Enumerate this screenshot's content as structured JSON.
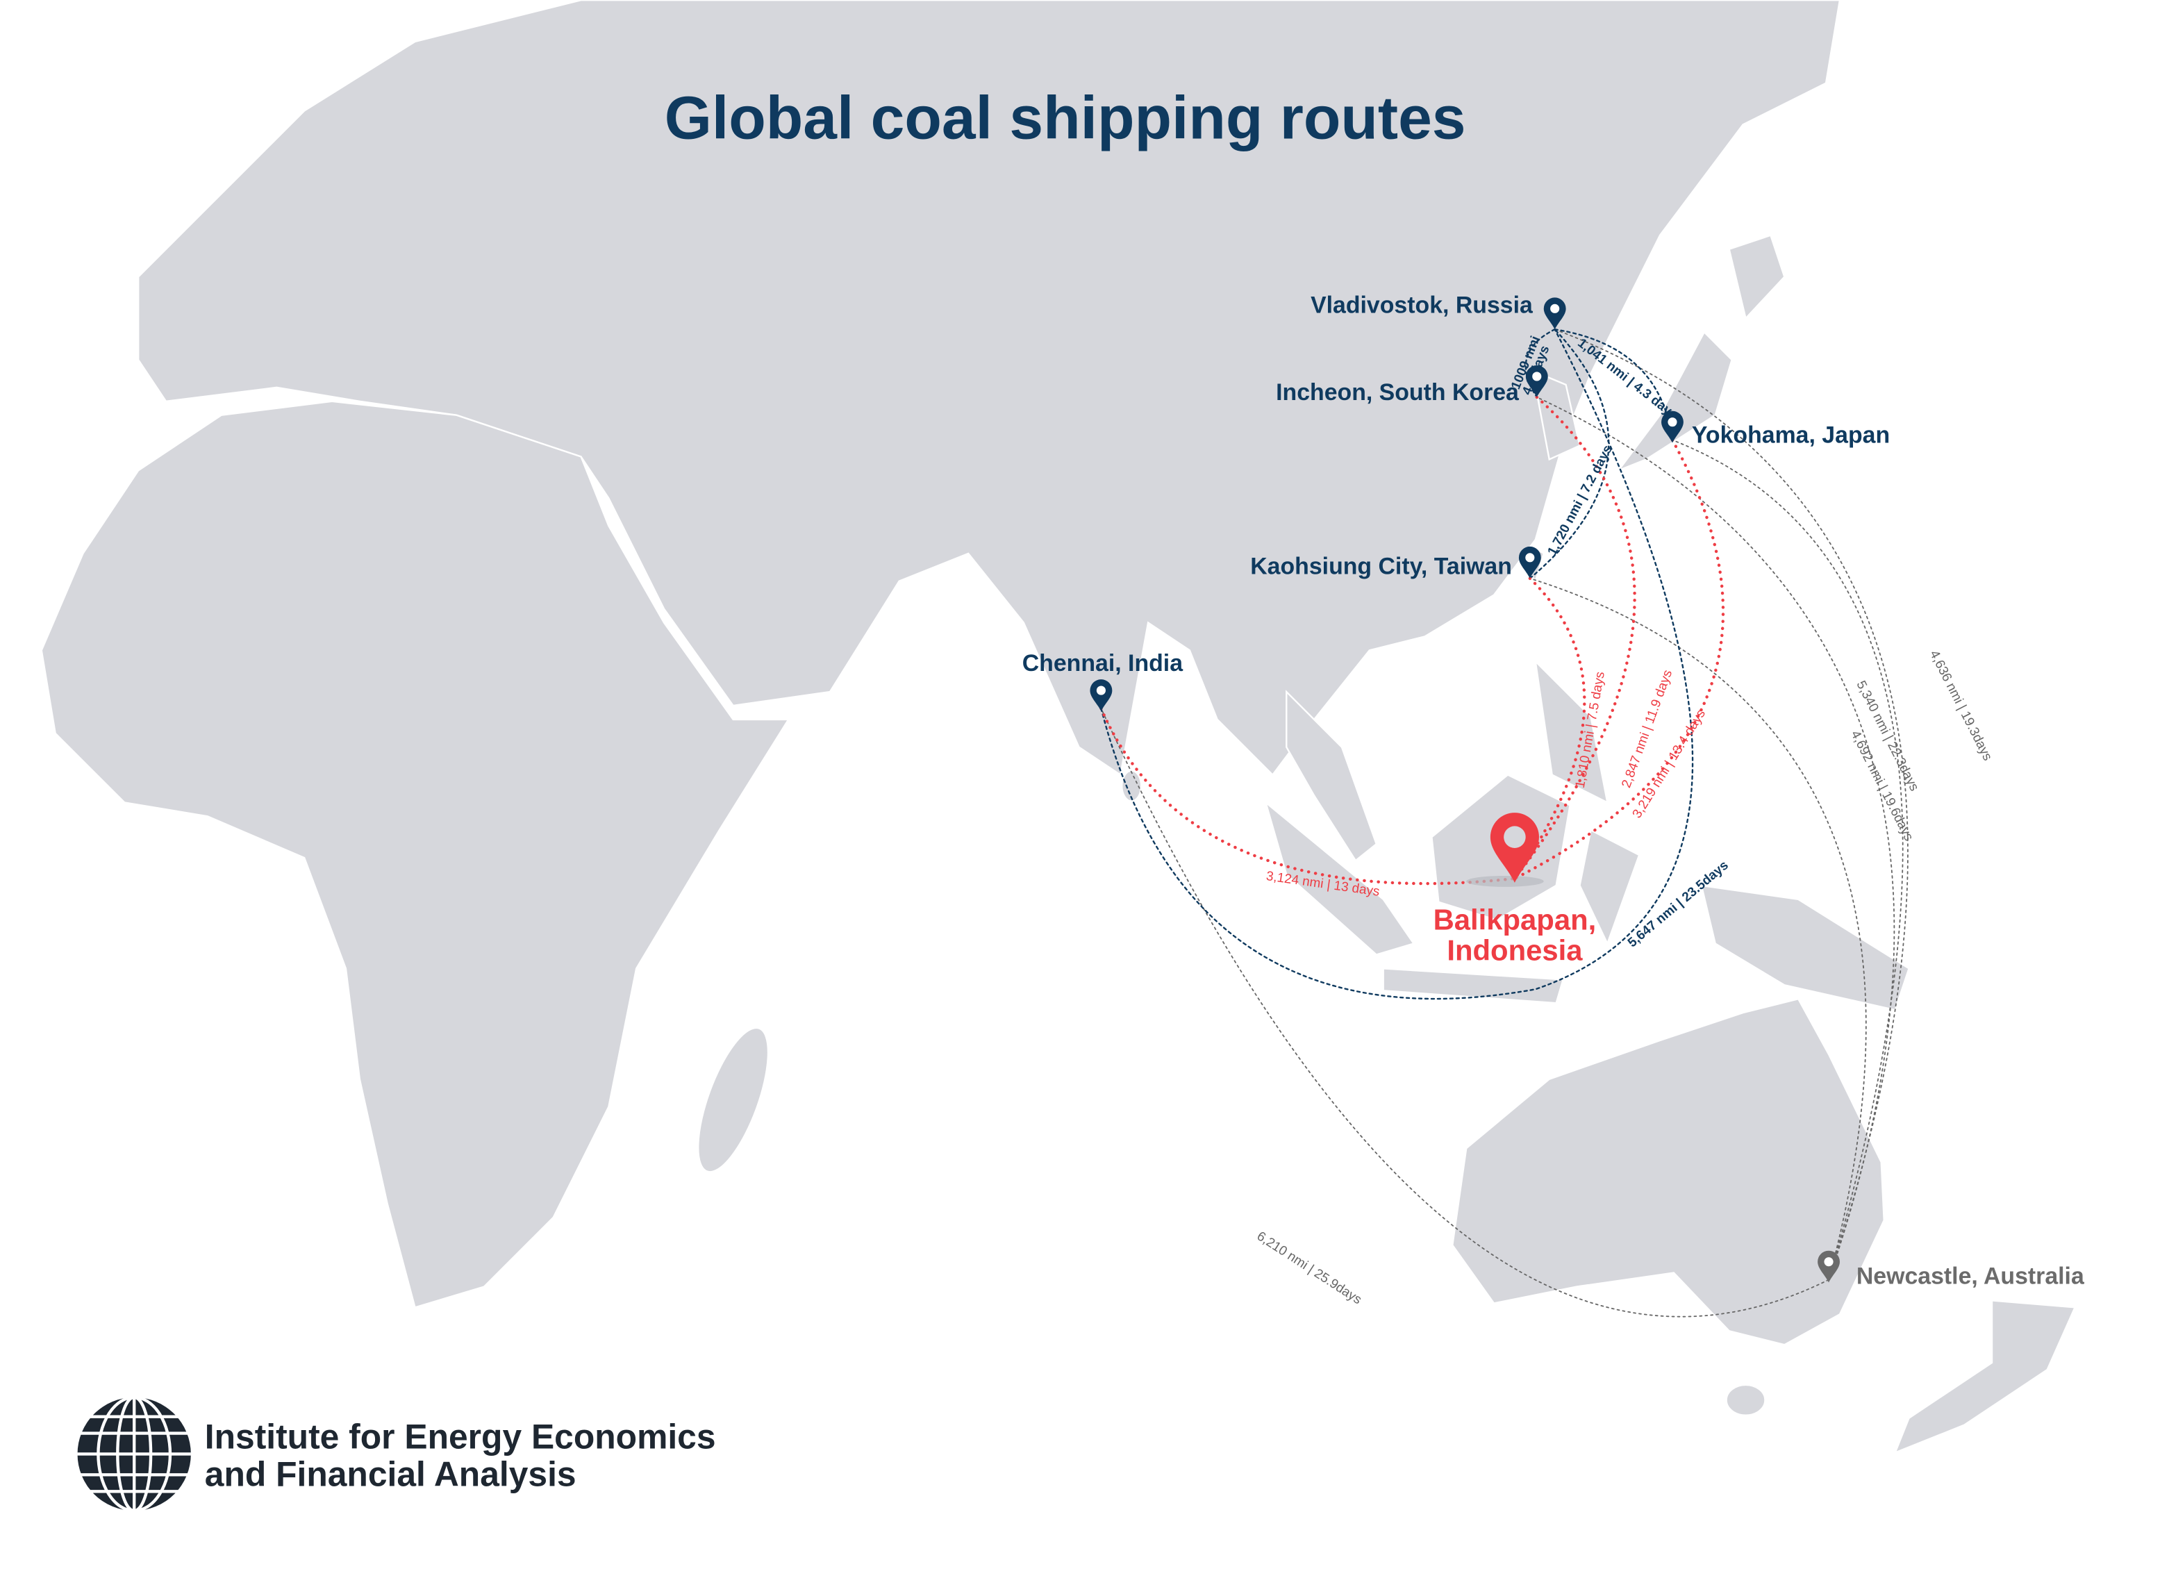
{
  "title": "Global coal shipping routes",
  "colors": {
    "land": "#d6d7dc",
    "navy": "#0f3a5f",
    "red": "#ee3d44",
    "gray": "#666666"
  },
  "hub": {
    "name_line1": "Balikpapan,",
    "name_line2": "Indonesia",
    "icon": "map-pin-icon"
  },
  "ports": {
    "vladivostok": "Vladivostok, Russia",
    "incheon": "Incheon, South Korea",
    "yokohama": "Yokohama, Japan",
    "kaohsiung": "Kaohsiung City, Taiwan",
    "chennai": "Chennai, India",
    "newcastle": "Newcastle, Australia"
  },
  "routes": {
    "chennai_balikpapan": "3,124 nmi | 13 days",
    "kaohsiung_balikpapan": "1,810 nmi | 7.5 days",
    "incheon_balikpapan": "2,847 nmi | 11.9 days",
    "yokohama_balikpapan": "3,219 nmi | 13.4 days",
    "vladivostok_incheon_1": "1009 nmi",
    "vladivostok_incheon_2": "4.2 days",
    "vladivostok_yokohama": "1,041 nmi | 4.3 days",
    "kaohsiung_vladivostok": "1,720 nmi | 7.2 days",
    "chennai_vladivostok": "5,647 nmi | 23.5days",
    "newcastle_vladivostok": "4,636 nmi | 19.3days",
    "newcastle_incheon": "5,340 nmi | 22.3days",
    "newcastle_kaohsiung": "4,692 nmi | 19.6days",
    "newcastle_chennai": "6,210 nmi | 25.9days"
  },
  "logo": {
    "line1": "Institute for Energy Economics",
    "line2": "and Financial Analysis",
    "icon": "globe-grid-icon"
  }
}
